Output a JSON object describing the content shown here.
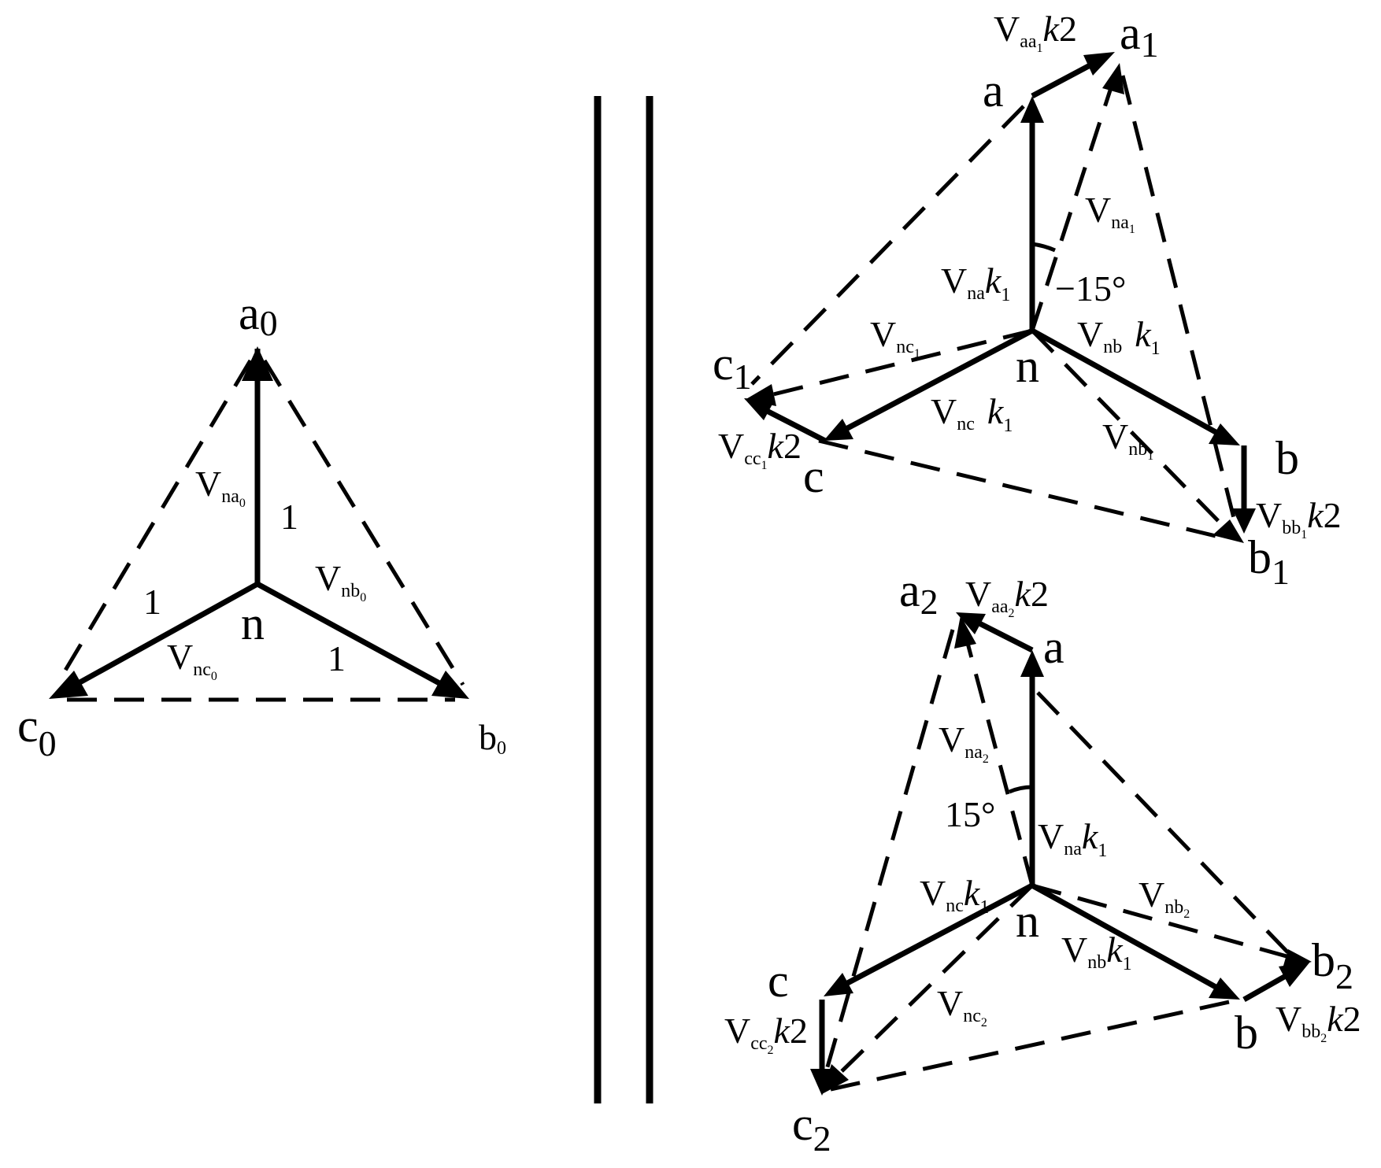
{
  "panel0": {
    "a": "a",
    "a_sub": "0",
    "b": "b",
    "b_sub": "0",
    "c": "c",
    "c_sub": "0",
    "n": "n",
    "vna": "V",
    "vna_sub": "na",
    "vna_subsub": "0",
    "vnb": "V",
    "vnb_sub": "nb",
    "vnb_subsub": "0",
    "vnc": "V",
    "vnc_sub": "nc",
    "vnc_subsub": "0",
    "one": "1"
  },
  "panel1": {
    "a": "a",
    "a1": "a",
    "a1_sub": "1",
    "b": "b",
    "b1": "b",
    "b1_sub": "1",
    "c": "c",
    "c1": "c",
    "c1_sub": "1",
    "n": "n",
    "v": "V",
    "aa1_sub": "aa",
    "aa1_subsub": "1",
    "bb1_sub": "bb",
    "bb1_subsub": "1",
    "cc1_sub": "cc",
    "cc1_subsub": "1",
    "na1_sub": "na",
    "na1_subsub": "1",
    "nb1_sub": "nb",
    "nb1_subsub": "1",
    "nc1_sub": "nc",
    "nc1_subsub": "1",
    "na_sub": "na",
    "nb_sub": "nb",
    "nc_sub": "nc",
    "k": "k",
    "k1": "1",
    "k2": "2",
    "angle": "−15°"
  },
  "panel2": {
    "a": "a",
    "a2": "a",
    "a2_sub": "2",
    "b": "b",
    "b2": "b",
    "b2_sub": "2",
    "c": "c",
    "c2": "c",
    "c2_sub": "2",
    "n": "n",
    "v": "V",
    "aa2_sub": "aa",
    "aa2_subsub": "2",
    "bb2_sub": "bb",
    "bb2_subsub": "2",
    "cc2_sub": "cc",
    "cc2_subsub": "2",
    "na2_sub": "na",
    "na2_subsub": "2",
    "nb2_sub": "nb",
    "nb2_subsub": "2",
    "nc2_sub": "nc",
    "nc2_subsub": "2",
    "na_sub": "na",
    "nb_sub": "nb",
    "nc_sub": "nc",
    "k": "k",
    "k1": "1",
    "k2": "2",
    "angle": "15°"
  }
}
